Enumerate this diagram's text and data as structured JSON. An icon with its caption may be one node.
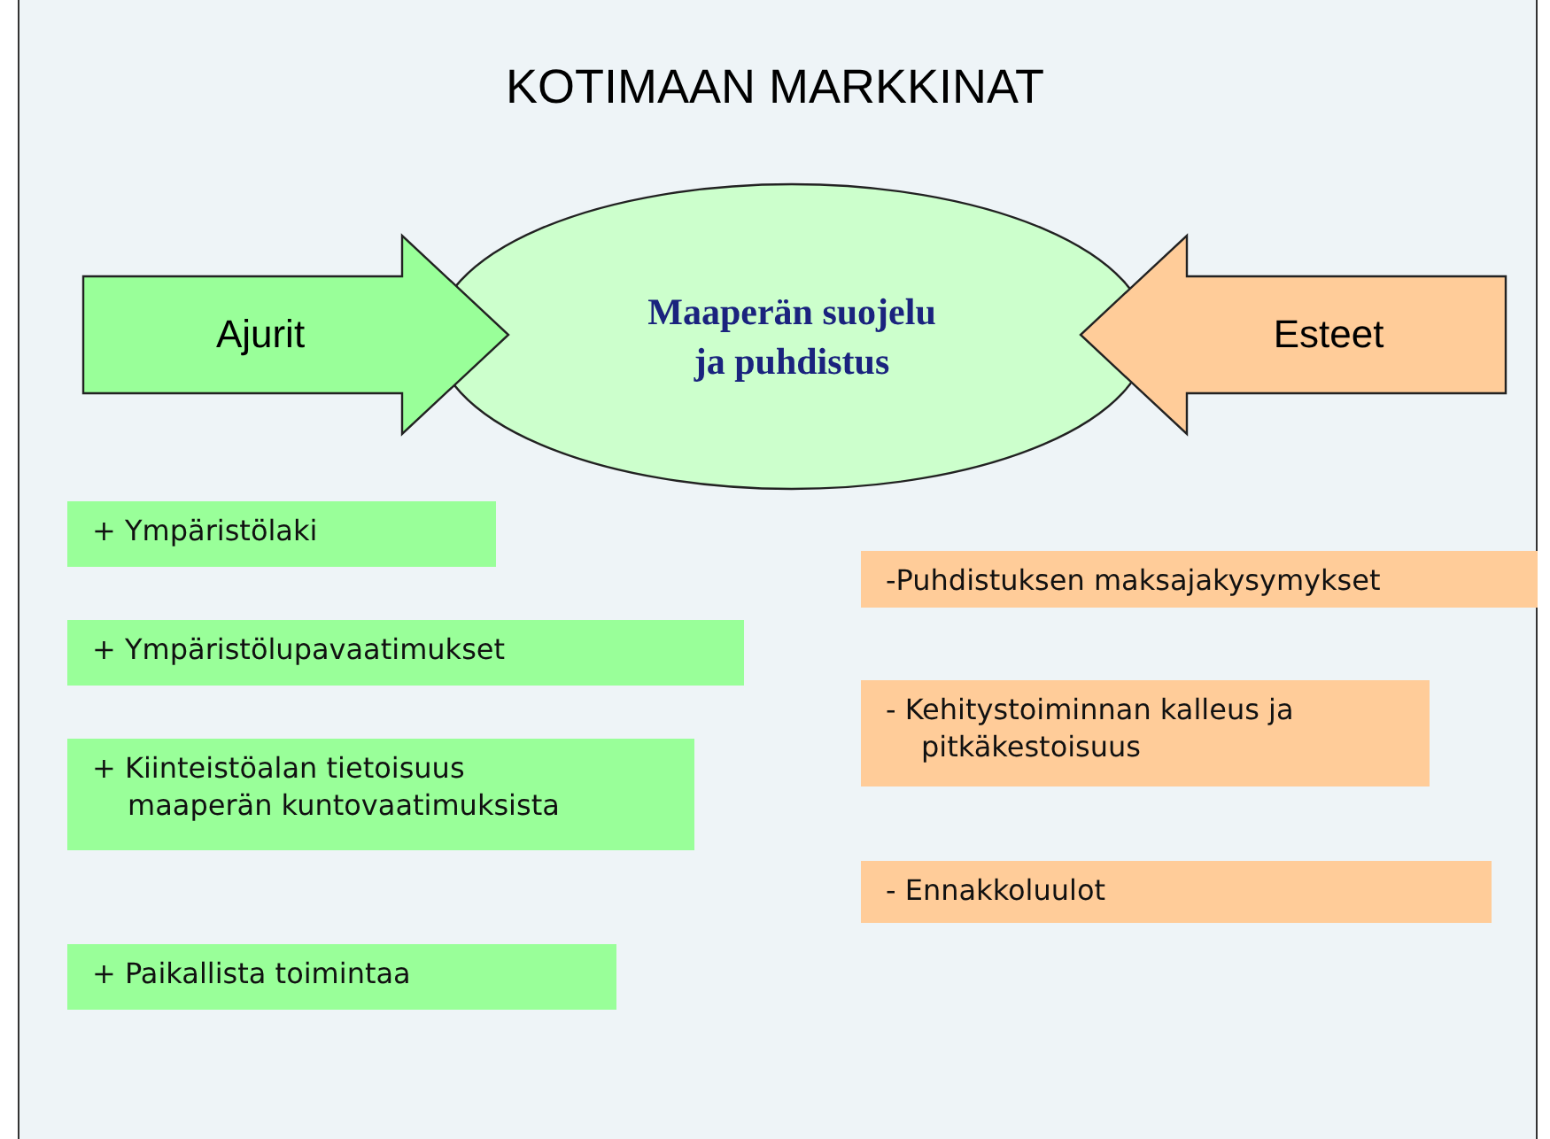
{
  "diagram": {
    "title": "KOTIMAAN MARKKINAT",
    "nodes": [
      {
        "text": [
          "Ajurit"
        ]
      },
      {
        "text": [
          "Maaperän suojelu ja puhdistus"
        ]
      },
      {
        "text": [
          "Esteet"
        ]
      },
      {
        "text": [
          "+ Ympäristölaki"
        ]
      },
      {
        "text": [
          "+ Ympäristölupavaatimukset"
        ]
      },
      {
        "text": [
          "+ Kiinteistöalan tietoisuus maaperän kuntovaatimuksista"
        ]
      },
      {
        "text": [
          "+ Paikallista toimintaa"
        ]
      },
      {
        "text": [
          "-Puhdistuksen maksajakysymykset"
        ]
      },
      {
        "text": [
          "- Kehitystoiminnan kalleus ja pitkäkestoisuus"
        ]
      },
      {
        "text": [
          "- Ennakkoluulot"
        ]
      }
    ],
    "edges": []
  }
}
